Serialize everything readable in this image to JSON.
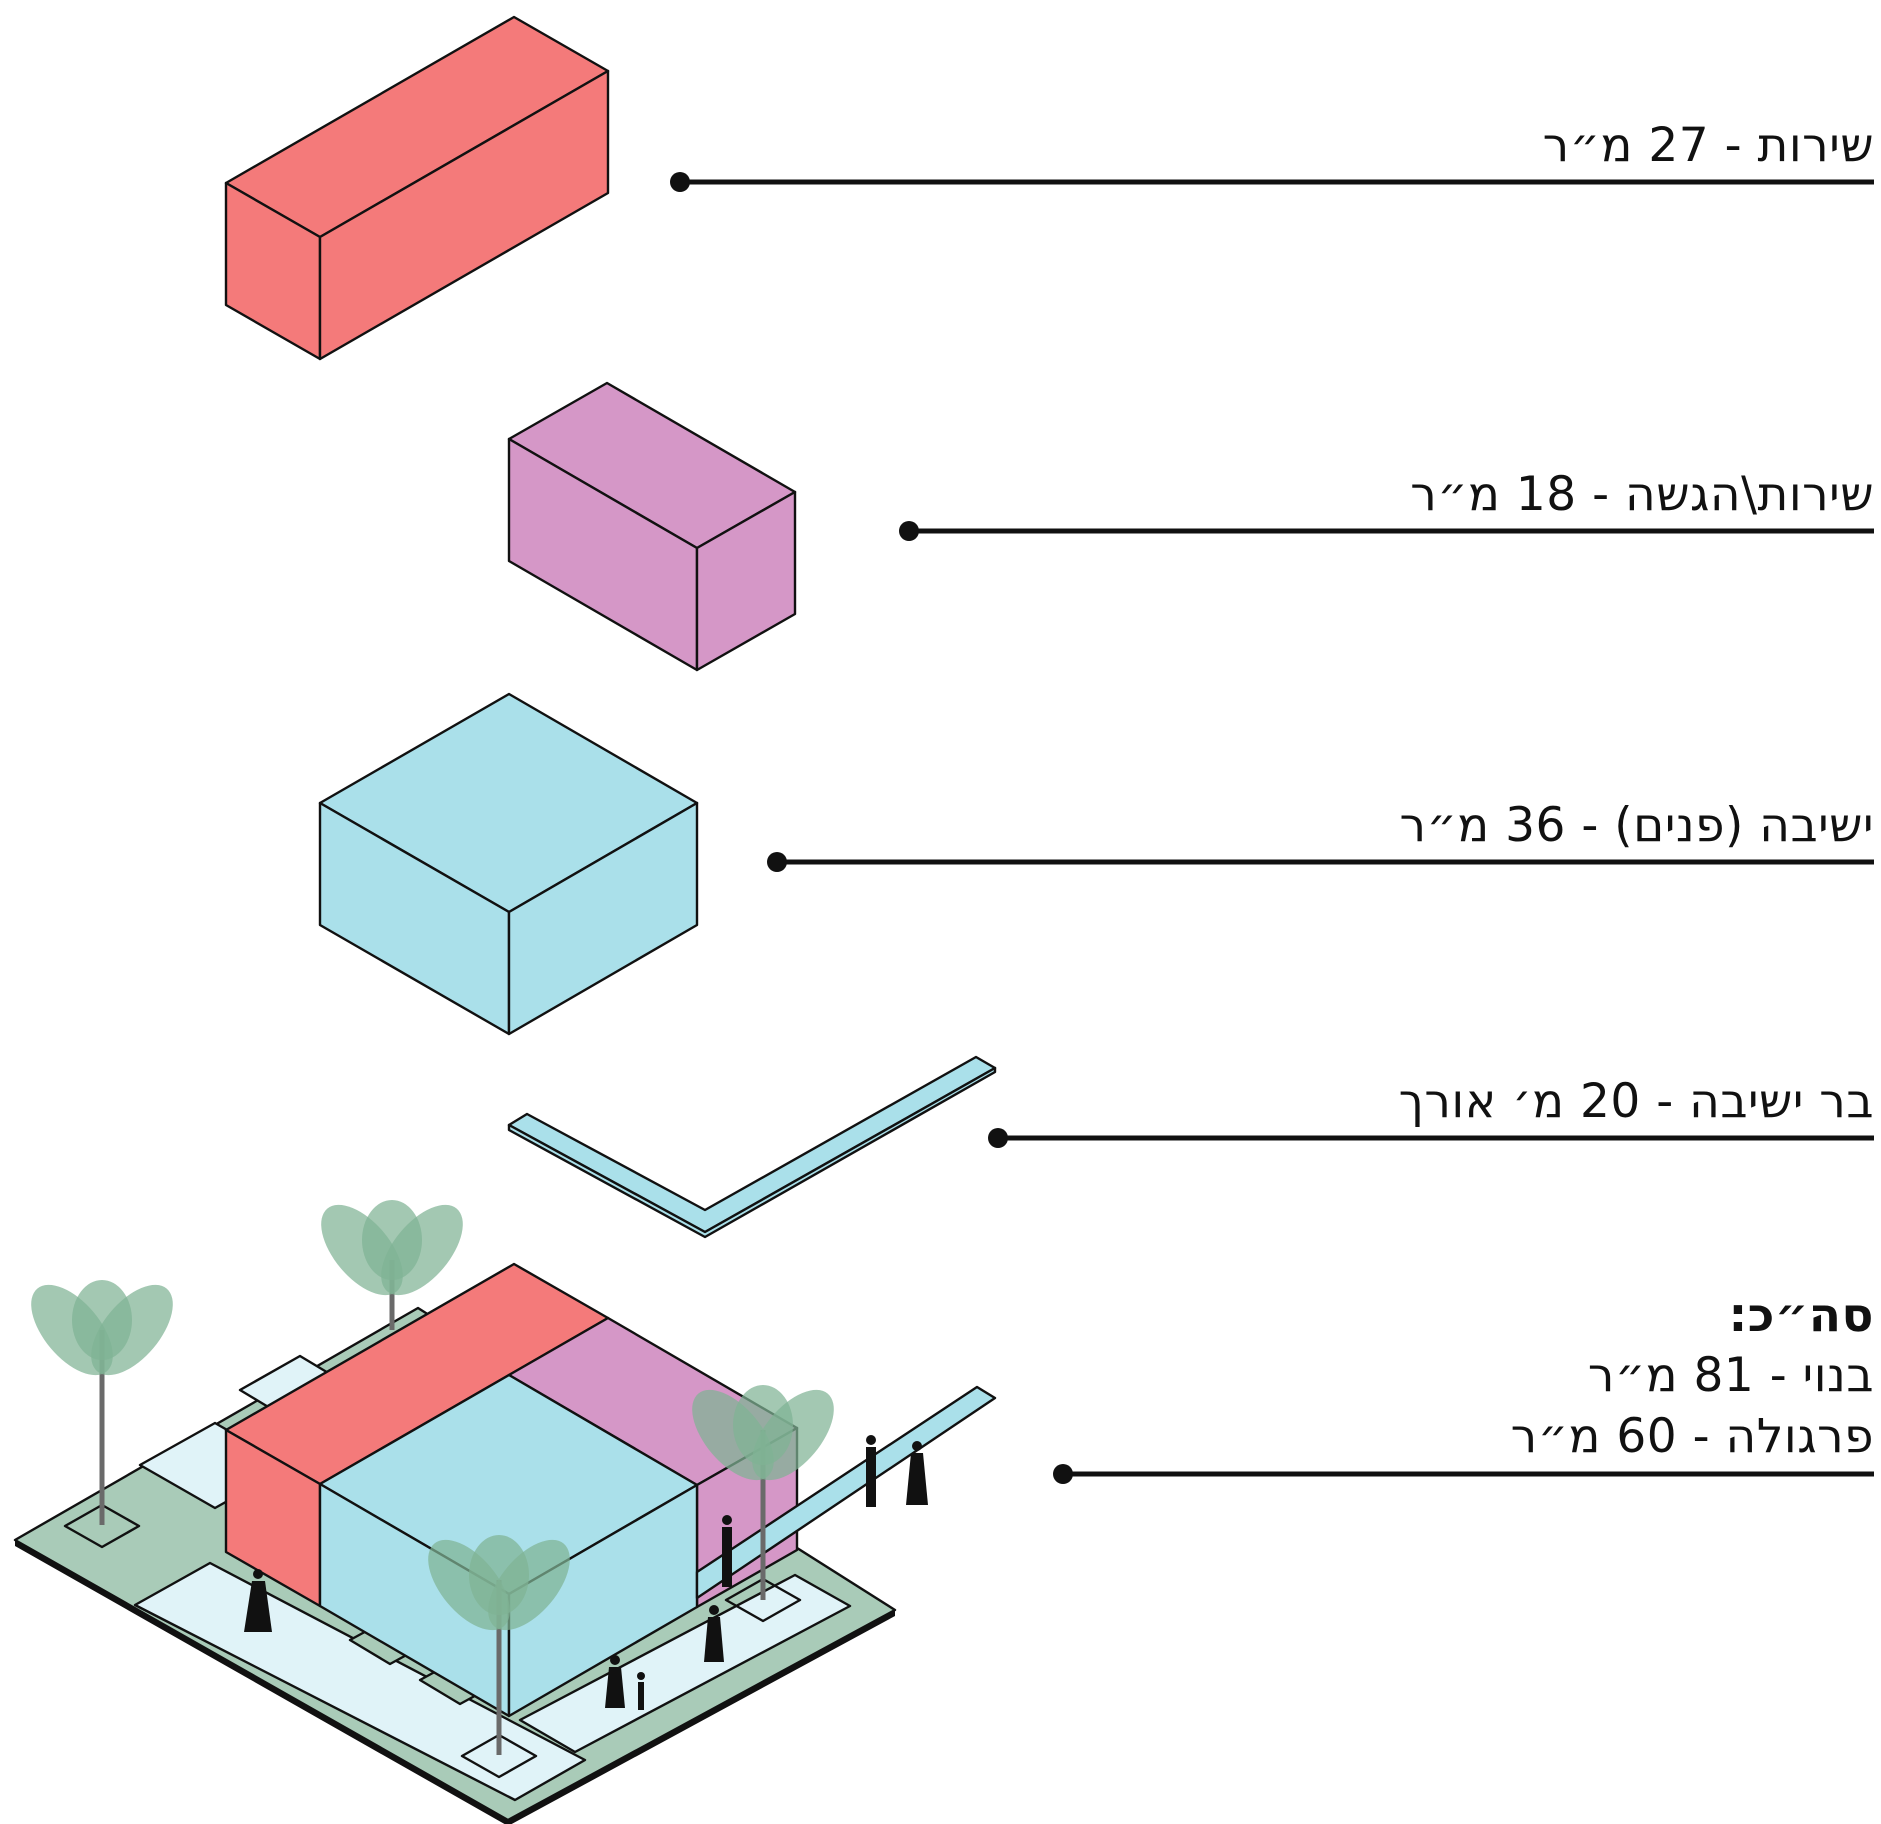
{
  "labels": {
    "service": "שירות - 27 מ״ר",
    "service_serving": "שירות\\הגשה - 18 מ״ר",
    "seating_indoor": "ישיבה (פנים) - 36 מ״ר",
    "bar_seating": "בר ישיבה - 20 מ׳ אורך",
    "total_heading": "סה״כ:",
    "total_built": "בנוי - 81 מ״ר",
    "total_pergola": "פרגולה - 60 מ״ר"
  },
  "colors": {
    "service": "#f47a7a",
    "service_serving": "#d597c7",
    "seating": "#aae0ea",
    "bar": "#aae0ea",
    "ground_green": "#a9cbb8",
    "ground_light": "#e0f3f8",
    "palm": "#7fb394",
    "lines": "#111111"
  }
}
